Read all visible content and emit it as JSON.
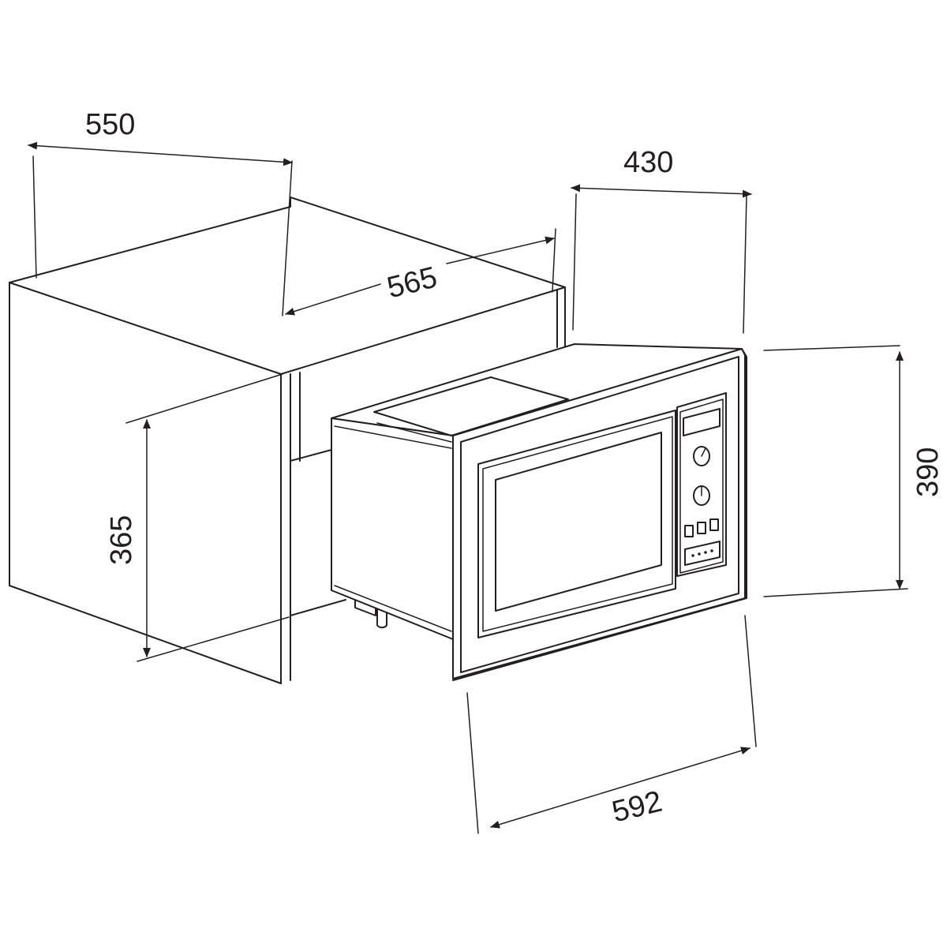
{
  "dimensions": {
    "cabinet_depth": "550",
    "cabinet_width": "565",
    "cabinet_height": "365",
    "appliance_depth": "430",
    "appliance_height": "390",
    "appliance_width": "592"
  },
  "colors": {
    "line": "#231f20",
    "background": "#ffffff"
  }
}
